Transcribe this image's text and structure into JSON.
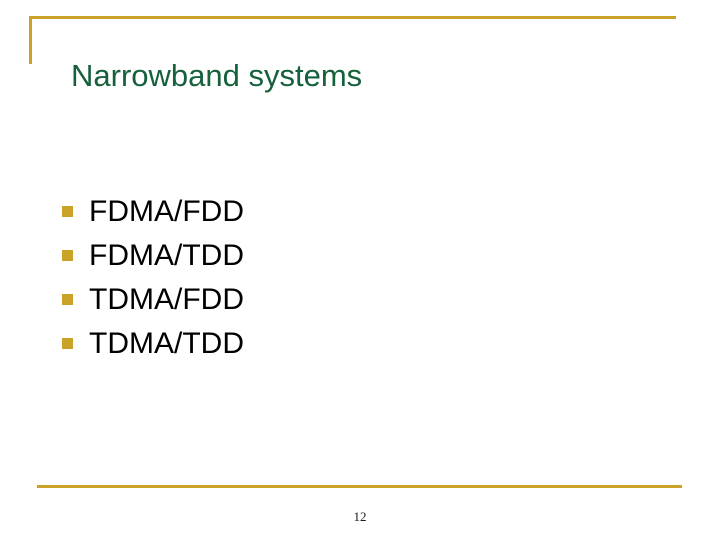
{
  "slide": {
    "title": "Narrowband systems",
    "page_number": "12",
    "colors": {
      "accent_gold": "#c9a227",
      "title_green": "#16603c",
      "body_black": "#000000",
      "background": "#ffffff"
    },
    "decorations": {
      "top_bracket": "corner-bracket-rule",
      "footer_rule": "horizontal-rule"
    },
    "body_items": [
      {
        "bullet": "square-bullet-icon",
        "label": "FDMA/FDD"
      },
      {
        "bullet": "square-bullet-icon",
        "label": "FDMA/TDD"
      },
      {
        "bullet": "square-bullet-icon",
        "label": "TDMA/FDD"
      },
      {
        "bullet": "square-bullet-icon",
        "label": "TDMA/TDD"
      }
    ]
  }
}
